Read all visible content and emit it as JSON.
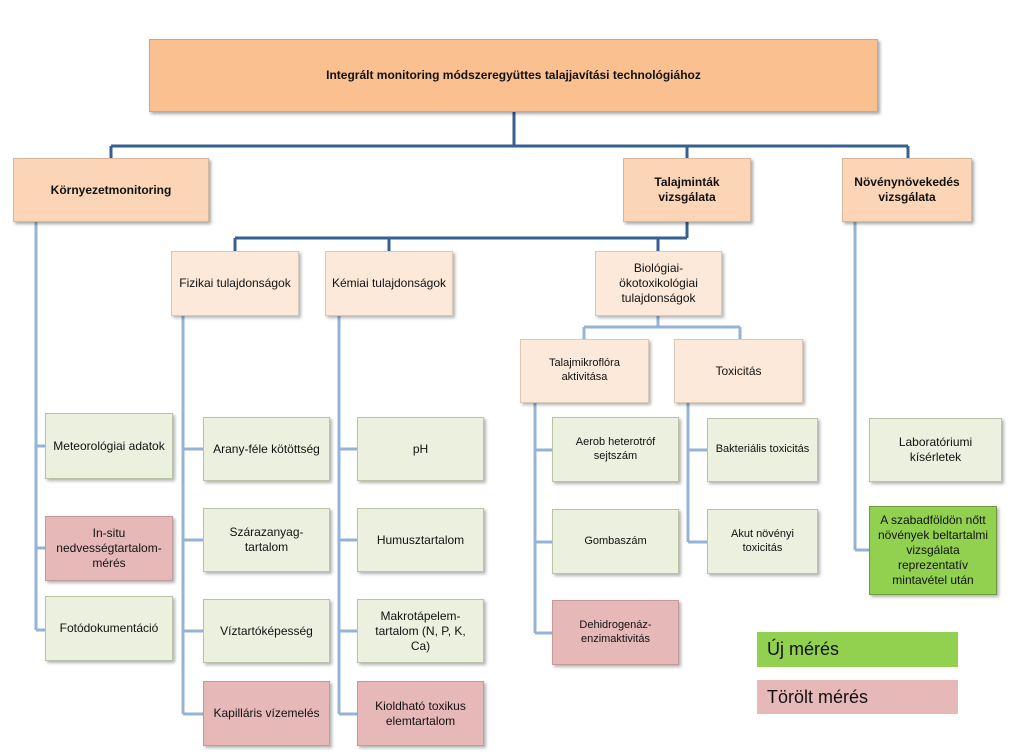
{
  "root": "Integrált monitoring  módszeregyüttes talajjavítási technológiához",
  "branches": {
    "env": "Környezetmonitoring",
    "soil": "Talajminták vizsgálata",
    "plant": "Növénynövekedés vizsgálata"
  },
  "subcategories": {
    "physical": "Fizikai tulajdonságok",
    "chemical": "Kémiai tulajdonságok",
    "biological": "Biológiai-ökotoxikológiai tulajdonságok",
    "microflora": "Talajmikroflóra aktivitása",
    "toxicity": "Toxicitás"
  },
  "env_items": [
    "Meteorológiai adatok",
    "In-situ nedvességtartalom-mérés",
    "Fotódokumentáció"
  ],
  "physical_items": [
    "Arany-féle kötöttség",
    "Szárazanyag-tartalom",
    "Víztartóképesség",
    "Kapilláris vízemelés"
  ],
  "chemical_items": [
    "pH",
    "Humusztartalom",
    "Makrotápelem-tartalom (N, P, K, Ca)",
    "Kioldható toxikus elemtartalom"
  ],
  "microflora_items": [
    "Aerob heterotróf sejtszám",
    "Gombaszám",
    "Dehidrogenáz-enzimaktivitás"
  ],
  "toxicity_items": [
    "Bakteriális toxicitás",
    "Akut növényi toxicitás"
  ],
  "plant_items": [
    "Laboratóriumi kísérletek",
    "A szabadföldön  nőtt növények beltartalmi vizsgálata reprezentatív mintavétel után"
  ],
  "legend": {
    "new": "Új mérés",
    "deleted": "Törölt mérés"
  },
  "colors": {
    "root": "#FAC090",
    "branch": "#FBD5B5",
    "subcategory": "#FDE9D9",
    "item": "#EBF1DE",
    "new": "#92D050",
    "deleted": "#E6B9B8",
    "connector_dark": "#376092",
    "connector_light": "#95B3D7"
  }
}
